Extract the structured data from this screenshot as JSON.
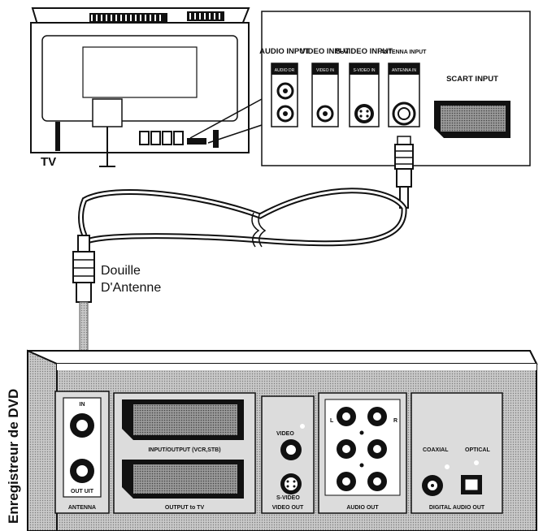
{
  "tv": {
    "label": "TV",
    "inputs": {
      "audio": "AUDIO INPUT",
      "video": "VIDEO INPUT",
      "svideo": "S-VIDEO INPUT",
      "antenna": "ANTENNA INPUT",
      "scart": "SCART INPUT"
    },
    "sub_labels": {
      "audio": "AUDIO DR",
      "video": "VIDEO IN",
      "svideo": "S-VIDEO IN",
      "antenna": "ANTENNA IN"
    }
  },
  "cable": {
    "label_line1": "Douille",
    "label_line2": "D'Antenne"
  },
  "recorder": {
    "label": "Enregistreur de DVD",
    "antenna": {
      "caption": "ANTENNA",
      "in_label": "IN",
      "out_label": "OUT UIT"
    },
    "scart_top_caption": "INPUT/OUTPUT (VCR,STB)",
    "scart_bottom_caption": "OUTPUT to TV",
    "video_out": {
      "caption": "VIDEO OUT",
      "video_label": "VIDEO",
      "svideo_label": "S-VIDEO"
    },
    "audio_out": {
      "caption": "AUDIO OUT",
      "left_label": "L",
      "right_label": "R"
    },
    "digital": {
      "caption": "DIGITAL AUDIO OUT",
      "coaxial_label": "COAXIAL",
      "optical_label": "OPTICAL"
    }
  },
  "colors": {
    "ink": "#111111",
    "panel_gray": "#bdbdbd",
    "dark": "#2b2b2b",
    "paper": "#ffffff"
  }
}
